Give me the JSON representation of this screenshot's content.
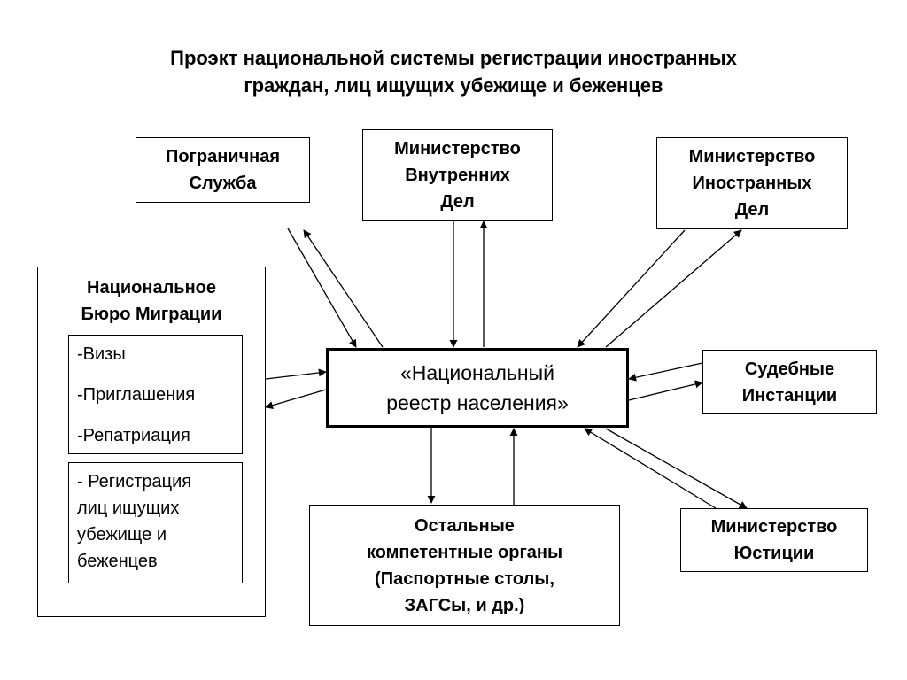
{
  "title": {
    "line1": "Проэкт национальной системы регистрации иностранных",
    "line2": "граждан, лиц ищущих убежище и беженцев"
  },
  "central": {
    "line1": "«Национальный",
    "line2": "реестр населения»"
  },
  "border_service": {
    "line1": "Пограничная",
    "line2": "Служба"
  },
  "interior_ministry": {
    "line1": "Министерство",
    "line2": "Внутренних",
    "line3": "Дел"
  },
  "foreign_ministry": {
    "line1": "Министерство",
    "line2": "Иностранных",
    "line3": "Дел"
  },
  "courts": {
    "line1": "Судебные",
    "line2": "Инстанции"
  },
  "justice_ministry": {
    "line1": "Министерство",
    "line2": "Юстиции"
  },
  "other_bodies": {
    "line1": "Остальные",
    "line2": "компетентные органы",
    "line3": "(Паспортные столы,",
    "line4": "ЗАГСы, и др.)"
  },
  "migration_bureau": {
    "title_line1": "Национальное",
    "title_line2": "Бюро Миграции",
    "items": [
      "-Визы",
      "-Приглашения",
      "-Репатриация"
    ],
    "asylum": {
      "line1": "- Регистрация",
      "line2": "лиц ищущих",
      "line3": "убежище и",
      "line4": "беженцев"
    }
  }
}
